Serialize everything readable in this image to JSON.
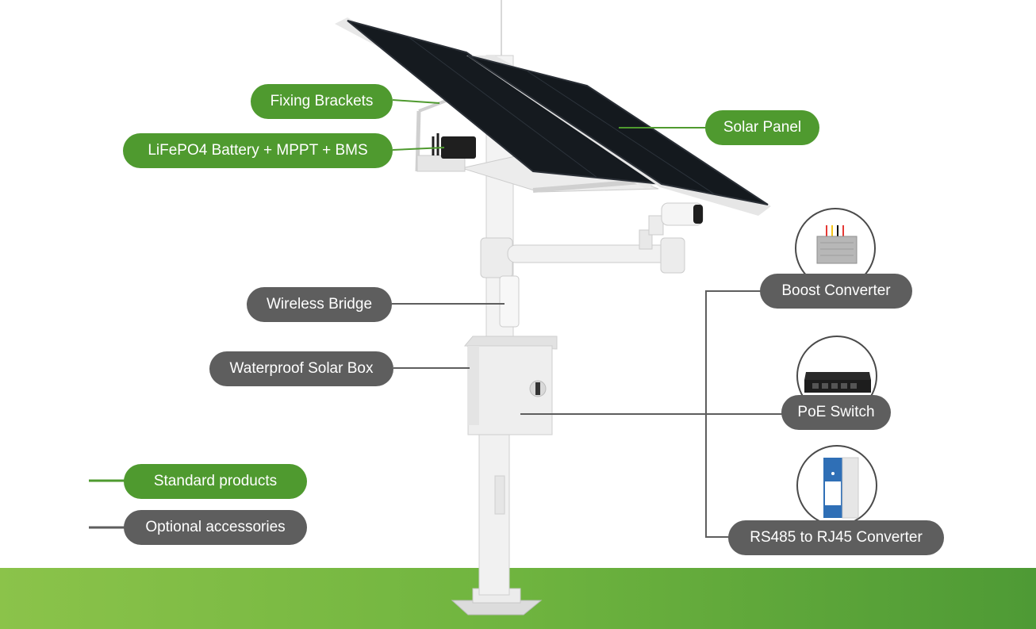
{
  "labels": {
    "fixing_brackets": "Fixing Brackets",
    "battery": "LiFePO4 Battery + MPPT + BMS",
    "solar_panel": "Solar Panel",
    "wireless_bridge": "Wireless Bridge",
    "solar_box": "Waterproof Solar Box",
    "boost_converter": "Boost Converter",
    "poe_switch": "PoE Switch",
    "rs485_converter": "RS485 to RJ45 Converter"
  },
  "legend": {
    "standard": "Standard products",
    "optional": "Optional accessories"
  },
  "colors": {
    "standard": "#4f9a2f",
    "optional": "#5e5e5e",
    "ground": "#6fb43f"
  },
  "icons": [
    "solar-panel-icon",
    "camera-icon",
    "boost-converter-icon",
    "poe-switch-icon",
    "rs485-converter-icon"
  ]
}
